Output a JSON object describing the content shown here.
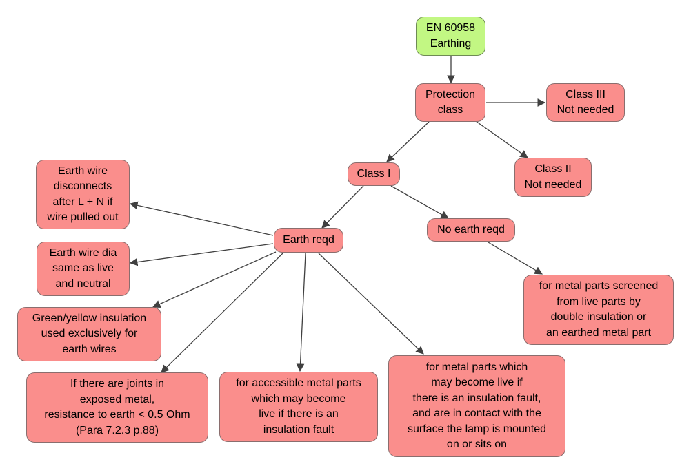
{
  "nodes": {
    "root": "EN 60958\nEarthing",
    "protection_class": "Protection\nclass",
    "class3": "Class III\nNot needed",
    "class2": "Class II\nNot needed",
    "class1": "Class I",
    "earth_reqd": "Earth reqd",
    "no_earth_reqd": "No earth reqd",
    "wire_disconnects": "Earth wire\ndisconnects\n after L + N if\nwire pulled out",
    "wire_dia": "Earth wire dia\nsame as live\nand neutral",
    "green_yellow": "Green/yellow insulation\nused exclusively for\nearth wires",
    "joints": "If there are joints in\nexposed metal,\nresistance to earth < 0.5 Ohm\n(Para 7.2.3 p.88)",
    "accessible_metal": "for accessible metal parts\nwhich may become\nlive if there is an\ninsulation fault",
    "metal_contact": "for metal parts which\nmay become live if\nthere is an insulation fault,\nand are in contact with the\nsurface the lamp is mounted\non or sits on",
    "screened": "for metal parts screened\nfrom live parts by\ndouble insulation or\nan earthed metal part"
  },
  "colors": {
    "root_fill": "#c2f783",
    "node_fill": "#fa8e8c",
    "edge": "#404040"
  }
}
